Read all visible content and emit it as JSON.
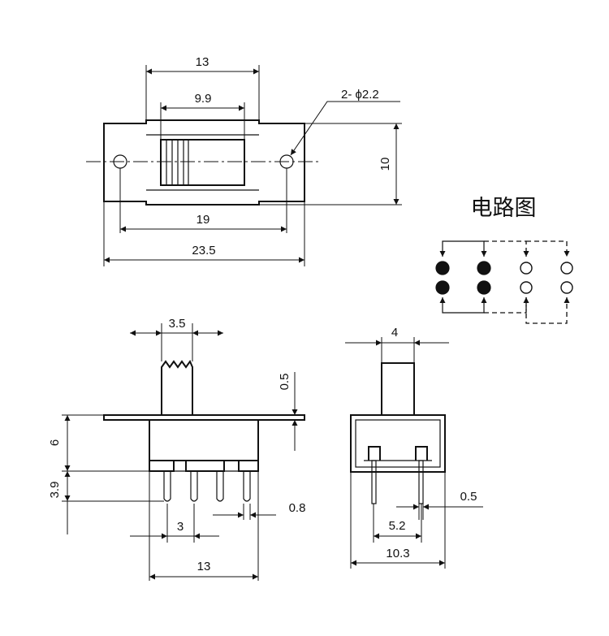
{
  "top_view": {
    "dim_overall_length": "13",
    "dim_slot": "9.9",
    "dim_holes": "2- ϕ2.2",
    "dim_height": "10",
    "dim_hole_spacing": "19",
    "dim_flange_length": "23.5"
  },
  "circuit": {
    "title": "电路图"
  },
  "front_view": {
    "dim_actuator_width": "3.5",
    "dim_plate_thickness": "0.5",
    "dim_body_height": "6",
    "dim_pin_length": "3.9",
    "dim_pin_pitch": "3",
    "dim_pin_width": "0.8",
    "dim_body_length": "13"
  },
  "side_view": {
    "dim_actuator_width": "4",
    "dim_pin_thickness": "0.5",
    "dim_row_spacing": "5.2",
    "dim_body_width": "10.3"
  }
}
